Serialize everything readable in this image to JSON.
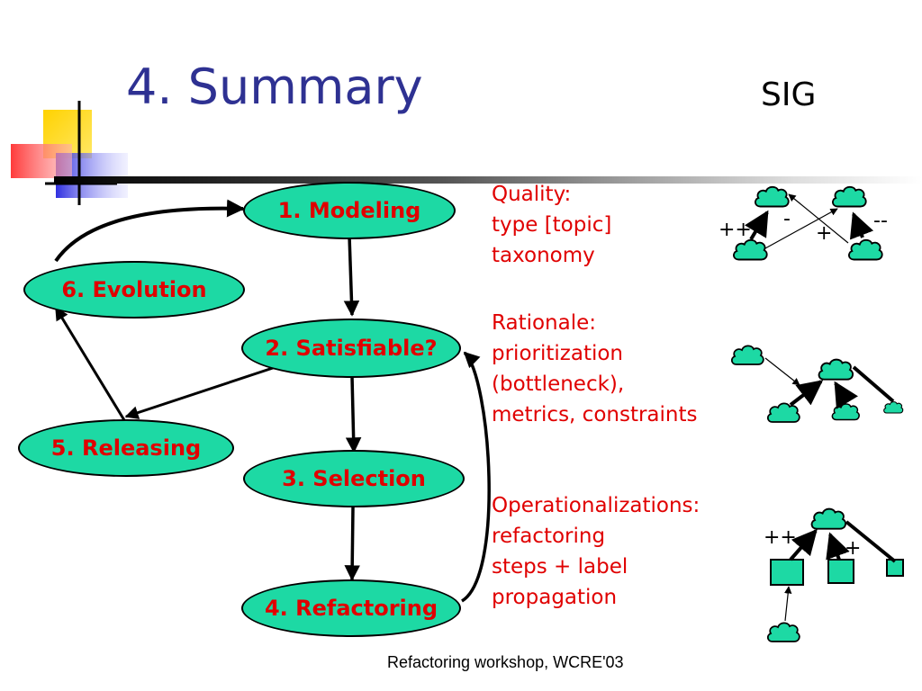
{
  "slide": {
    "title": "4. Summary",
    "sig_label": "SIG",
    "footer": "Refactoring workshop, WCRE'03"
  },
  "nodes": {
    "modeling": "1. Modeling",
    "satisfiable": "2. Satisfiable?",
    "selection": "3. Selection",
    "refactoring": "4. Refactoring",
    "releasing": "5. Releasing",
    "evolution": "6. Evolution"
  },
  "notes": {
    "quality": [
      "Quality:",
      "type [topic]",
      "taxonomy"
    ],
    "rationale": [
      "Rationale:",
      "prioritization",
      "(bottleneck),",
      "metrics, constraints"
    ],
    "operationalizations": [
      "Operationalizations:",
      "refactoring",
      "steps + label",
      "propagation"
    ]
  },
  "sig_labels": {
    "quality_plus_plus": "++",
    "quality_minus": "-",
    "quality_plus": "+",
    "quality_minus_minus": "--",
    "op_plus_plus": "++",
    "op_plus": "+"
  },
  "colors": {
    "title": "#2e3192",
    "node_fill": "#1dd9a4",
    "node_text": "#e00000",
    "note_text": "#e00000"
  }
}
